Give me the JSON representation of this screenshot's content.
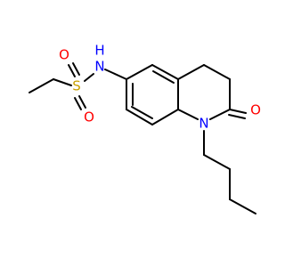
{
  "molecule": {
    "atoms": [
      {
        "label": "S",
        "color": "#c9a100",
        "name": "sulfur-atom-label"
      },
      {
        "label": "O",
        "color": "#ff0000",
        "name": "oxygen-atom-label-top"
      },
      {
        "label": "O",
        "color": "#ff0000",
        "name": "oxygen-atom-label-bottom"
      },
      {
        "label": "N",
        "color": "#0000ff",
        "name": "nitrogen-atom-label-sulfonamide"
      },
      {
        "label": "H",
        "color": "#0000ff",
        "name": "hydrogen-atom-label-nh"
      },
      {
        "label": "N",
        "color": "#0000ff",
        "name": "nitrogen-atom-label-ring"
      },
      {
        "label": "O",
        "color": "#ff0000",
        "name": "oxygen-atom-label-carbonyl"
      }
    ]
  }
}
